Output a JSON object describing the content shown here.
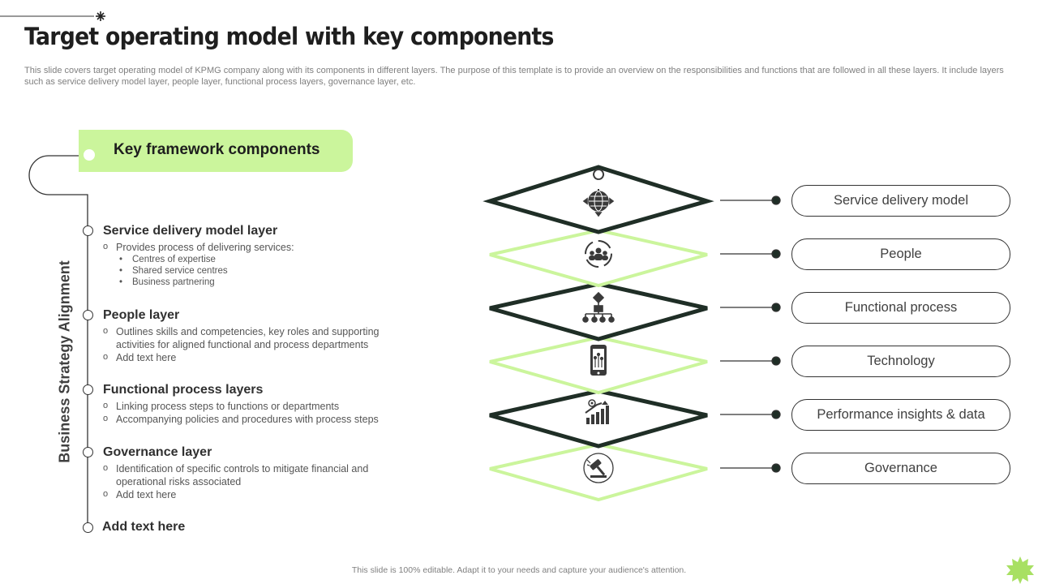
{
  "title": "Target operating model with key components",
  "description": "This slide covers target operating model of KPMG company along with its components in different layers. The purpose of this template is to provide an overview on the responsibilities and functions that are followed in all these layers. It include layers such as service delivery model layer, people layer, functional process layers, governance layer, etc.",
  "header": "Key framework components",
  "vertical_label": "Business Strategy Alignment",
  "layers": [
    {
      "title": "Service delivery model layer",
      "items": [
        "Provides process of delivering  services:"
      ],
      "subitems": [
        "Centres of expertise",
        "Shared service centres",
        "Business partnering"
      ]
    },
    {
      "title": "People layer",
      "items": [
        "Outlines skills and competencies, key roles and supporting activities for aligned functional and process departments",
        "Add text here"
      ]
    },
    {
      "title": "Functional process layers",
      "items": [
        "Linking process steps to functions or departments",
        "Accompanying policies and procedures with process steps"
      ]
    },
    {
      "title": "Governance layer",
      "items": [
        "Identification of specific controls to mitigate financial and operational risks associated",
        "Add text here"
      ]
    },
    {
      "title": "Add text here"
    }
  ],
  "components": [
    {
      "label": "Service delivery model",
      "icon": "globe-icon"
    },
    {
      "label": "People",
      "icon": "people-cycle-icon"
    },
    {
      "label": "Functional process",
      "icon": "org-chart-icon"
    },
    {
      "label": "Technology",
      "icon": "smartphone-icon"
    },
    {
      "label": "Performance insights & data",
      "icon": "growth-chart-icon"
    },
    {
      "label": "Governance",
      "icon": "gavel-icon"
    }
  ],
  "colors": {
    "accent": "#cbf59c",
    "dark": "#1f2e26",
    "text": "#333333"
  },
  "footer": "This slide is 100% editable.  Adapt it to your needs and capture your audience's attention."
}
